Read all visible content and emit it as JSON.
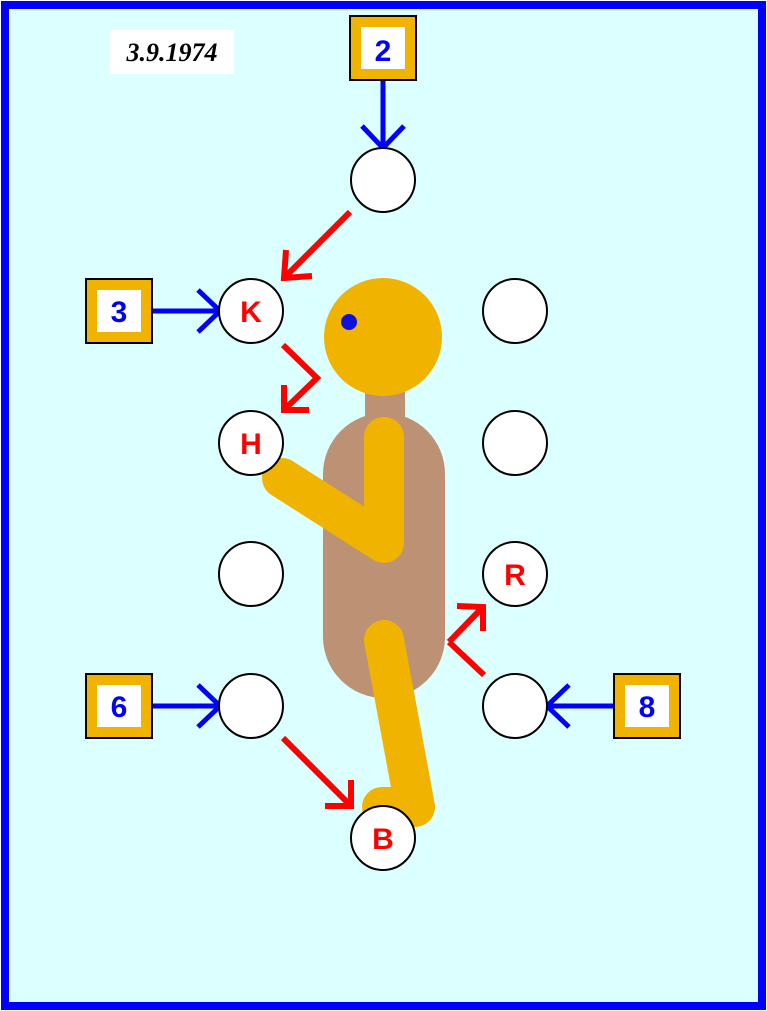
{
  "date_label": "3.9.1974",
  "colors": {
    "background": "#dcffff",
    "border": "#0000ff",
    "body_gold": "#f0b400",
    "torso": "#bd9173",
    "eye": "#1010dd",
    "red_arrow": "#ff0000",
    "blue_arrow": "#0000ff",
    "number_text": "#0000ff",
    "letter_text": "#ff0000"
  },
  "number_boxes": [
    {
      "id": "box-2",
      "label": "2"
    },
    {
      "id": "box-3",
      "label": "3"
    },
    {
      "id": "box-6",
      "label": "6"
    },
    {
      "id": "box-8",
      "label": "8"
    }
  ],
  "circles": [
    {
      "id": "circle-top",
      "label": ""
    },
    {
      "id": "circle-k",
      "label": "K"
    },
    {
      "id": "circle-h",
      "label": "H"
    },
    {
      "id": "circle-left-mid",
      "label": ""
    },
    {
      "id": "circle-left-bottom",
      "label": ""
    },
    {
      "id": "circle-b",
      "label": "B"
    },
    {
      "id": "circle-right-top",
      "label": ""
    },
    {
      "id": "circle-right-second",
      "label": ""
    },
    {
      "id": "circle-r",
      "label": "R"
    },
    {
      "id": "circle-right-bottom",
      "label": ""
    }
  ]
}
